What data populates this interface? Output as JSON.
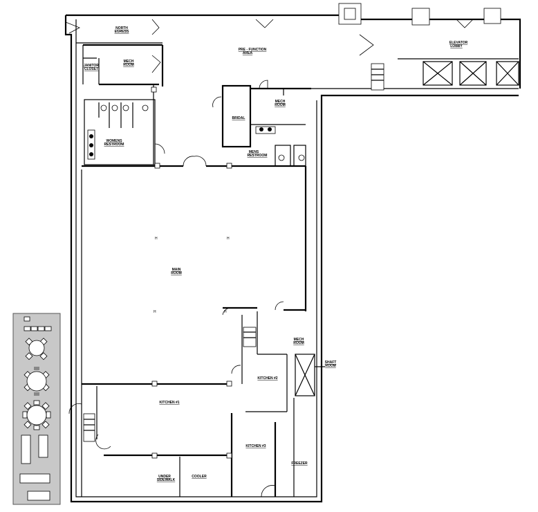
{
  "plan": {
    "rooms": {
      "north_egress": [
        "NORTH",
        "EGRESS"
      ],
      "pre_function": [
        "PRE - FUNCTION",
        "AREA"
      ],
      "janitor": [
        "JANITOR",
        "CLOSET"
      ],
      "mech_north": [
        "MECH",
        "ROOM"
      ],
      "womens": [
        "WOMENS",
        "RESTROOM"
      ],
      "bridal": "BRIDAL",
      "mech_center": [
        "MECH",
        "ROOM"
      ],
      "mens": [
        "MENS",
        "RESTROOM"
      ],
      "elevator_lobby": [
        "ELEVATOR",
        "LOBBY"
      ],
      "main_room": [
        "MAIN",
        "ROOM"
      ],
      "mech_south": [
        "MECH",
        "ROOM"
      ],
      "shaft": [
        "SHAFT",
        "ROOM"
      ],
      "kitchen2": "KITCHEN #2",
      "kitchen1": "KITCHEN #1",
      "kitchen3": "KITCHEN #3",
      "freezer": "FREEZER",
      "under_sidewalk": [
        "UNDER",
        "SIDEWALK"
      ],
      "cooler": "COOLER"
    }
  },
  "legend": {
    "background": "#c8c8c8"
  }
}
